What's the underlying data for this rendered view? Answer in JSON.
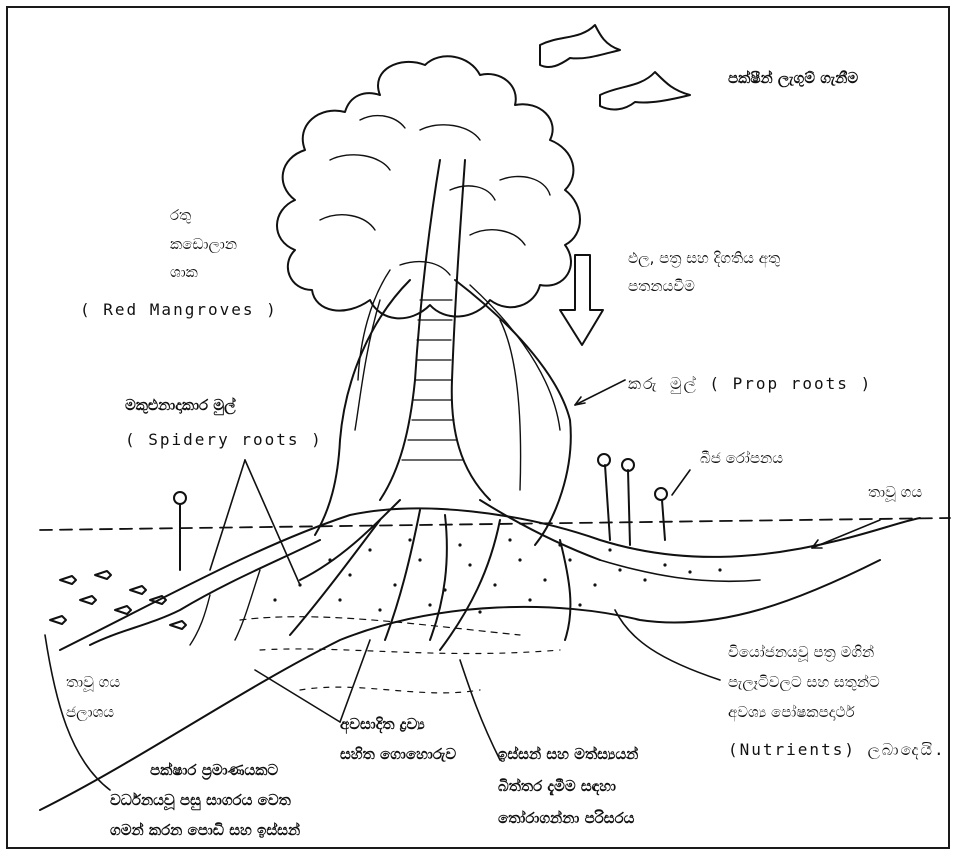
{
  "labels": {
    "birds": "පක්ෂීන් ලැගුම් ගැනීම",
    "red_mangrove_si_1": "රතු",
    "red_mangrove_si_2": "කඩොලාන",
    "red_mangrove_si_3": "ශාක",
    "red_mangrove_en": "( Red Mangroves )",
    "fruit_1": "ඵල, පත්‍ර සහ දිගතිය අතු",
    "fruit_2": "පතනයවීම",
    "prop_roots": "කරු මුල් ( Prop roots )",
    "spidery_si": "මකුළුනාදාකාර මුල්",
    "spidery_en": "( Spidery roots )",
    "seedling": "බීජ රෝපනය",
    "tide_top": "තාවූ ගය",
    "tide_left_1": "තාවූ ගය",
    "tide_left_2": "ජලාශය",
    "nutrients_1": "වියෝජනයවූ පත්‍ර මගින්",
    "nutrients_2": "පැලෑටිවලට සහ සතුන්ට",
    "nutrients_3": "අවශ්‍ය පෝෂකපදාර්ථ",
    "nutrients_4": "(Nutrients) ලබාදෙයි.",
    "sediment_1": "අවසාදිත ද්‍රව්‍ය",
    "sediment_2": "සහිත ගොහොරුව",
    "fish_1": "ඉස්සන් සහ මත්ස්‍යයන්",
    "fish_2": "බිත්තර දැමීම සඳහා",
    "fish_3": "තෝරාගන්නා පරිසරය",
    "crab_1": "පක්ෂාර ප්‍රමාණයකට",
    "crab_2": "වර්ධනයවූ පසු සාගරය වෙත",
    "crab_3": "ගමන් කරන පොඩි සහ ඉස්සන්"
  }
}
